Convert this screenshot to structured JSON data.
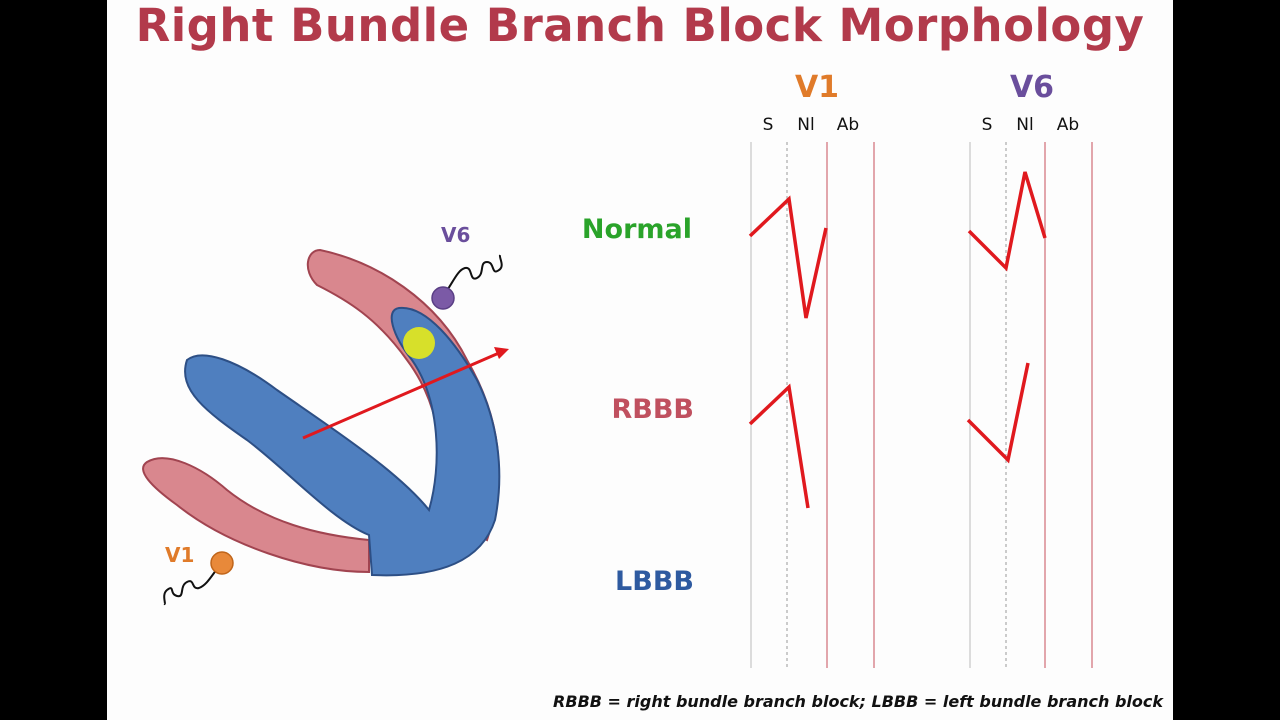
{
  "title": "Right Bundle Branch Block Morphology",
  "leads": [
    {
      "name": "V1",
      "color": "#e07b2a",
      "columns": [
        "S",
        "Nl",
        "Ab"
      ]
    },
    {
      "name": "V6",
      "color": "#6a4e9c",
      "columns": [
        "S",
        "Nl",
        "Ab"
      ]
    }
  ],
  "rows": [
    {
      "label": "Normal",
      "color": "#2aa32a"
    },
    {
      "label": "RBBB",
      "color": "#c0505f"
    },
    {
      "label": "LBBB",
      "color": "#2e5aa0"
    }
  ],
  "diagram": {
    "probe_v1_label": "V1",
    "probe_v6_label": "V6",
    "probe_v1_color": "#e8893a",
    "probe_v6_color": "#7b5aa6",
    "ventricle_wall_color": "#d9878e",
    "septum_color": "#4f7fbf",
    "node_color": "#d7e02a",
    "vector_color": "#e0191e"
  },
  "footnote": "RBBB = right bundle branch block; LBBB = left bundle branch block"
}
